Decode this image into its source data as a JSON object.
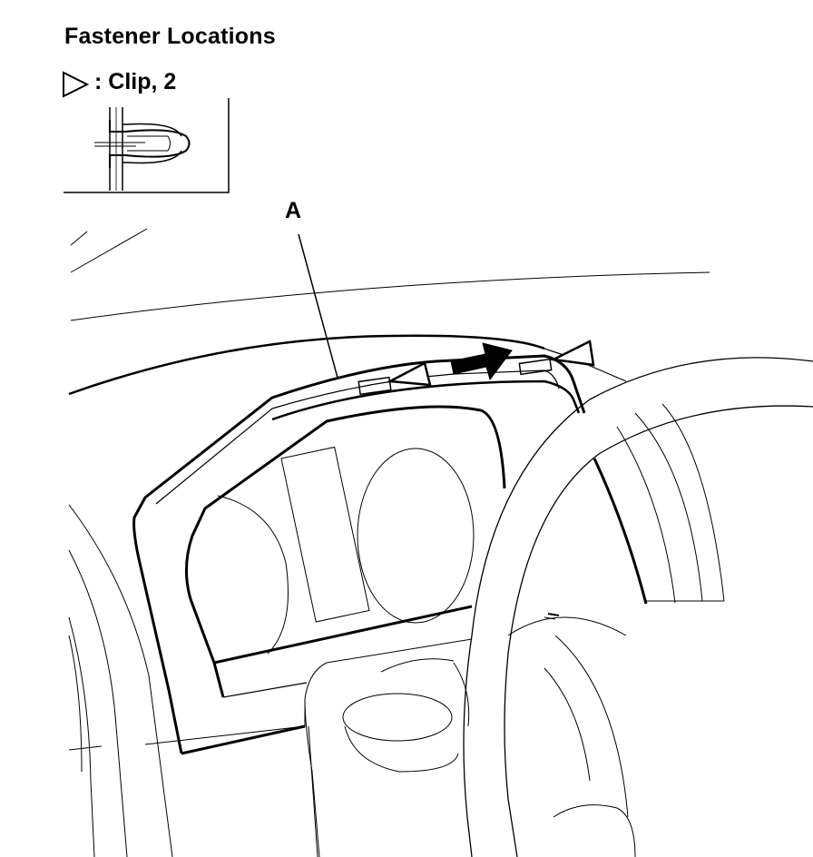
{
  "title": "Fastener Locations",
  "legend": {
    "symbol_icon": "triangle-outline-icon",
    "label": ": Clip, 2"
  },
  "callouts": {
    "a": "A"
  },
  "colors": {
    "ink": "#000000",
    "paper": "#ffffff"
  }
}
